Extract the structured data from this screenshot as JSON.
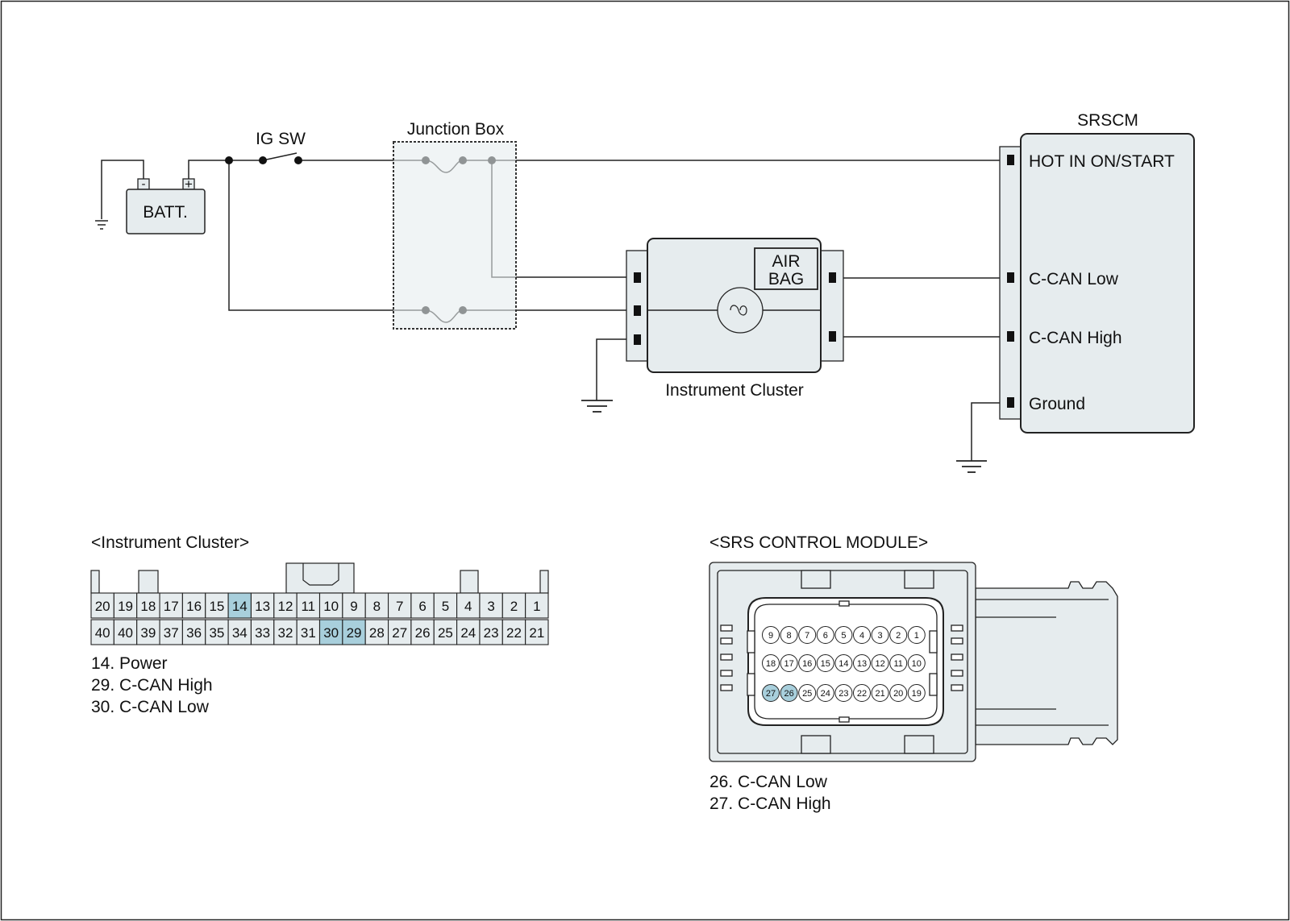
{
  "diagram": {
    "labels": {
      "ig_sw": "IG SW",
      "junction_box": "Junction Box",
      "srscm": "SRSCM",
      "battery": "BATT.",
      "batt_minus": "-",
      "batt_plus": "+",
      "air": "AIR",
      "bag": "BAG",
      "instrument_cluster": "Instrument Cluster",
      "hot_in": "HOT IN ON/START",
      "can_low": "C-CAN Low",
      "can_high": "C-CAN High",
      "ground": "Ground"
    },
    "connector_ic": {
      "title": "<Instrument Cluster>",
      "row1": [
        "20",
        "19",
        "18",
        "17",
        "16",
        "15",
        "14",
        "13",
        "12",
        "11",
        "10",
        "9",
        "8",
        "7",
        "6",
        "5",
        "4",
        "3",
        "2",
        "1"
      ],
      "row2": [
        "40",
        "40",
        "39",
        "37",
        "36",
        "35",
        "34",
        "33",
        "32",
        "31",
        "30",
        "29",
        "28",
        "27",
        "26",
        "25",
        "24",
        "23",
        "22",
        "21"
      ],
      "highlight": [
        "14",
        "30",
        "29"
      ],
      "legend": [
        "14. Power",
        "29. C-CAN High",
        "30. C-CAN Low"
      ]
    },
    "connector_srs": {
      "title": "<SRS CONTROL MODULE>",
      "row1": [
        "9",
        "8",
        "7",
        "6",
        "5",
        "4",
        "3",
        "2",
        "1"
      ],
      "row2": [
        "18",
        "17",
        "16",
        "15",
        "14",
        "13",
        "12",
        "11",
        "10"
      ],
      "row3": [
        "27",
        "26",
        "25",
        "24",
        "23",
        "22",
        "21",
        "20",
        "19"
      ],
      "highlight": [
        "27",
        "26"
      ],
      "legend": [
        "26. C-CAN Low",
        "27. C-CAN High"
      ]
    },
    "colors": {
      "component_fill": "#e6ecee",
      "highlight": "#a8cfdc",
      "line": "#222222"
    }
  }
}
